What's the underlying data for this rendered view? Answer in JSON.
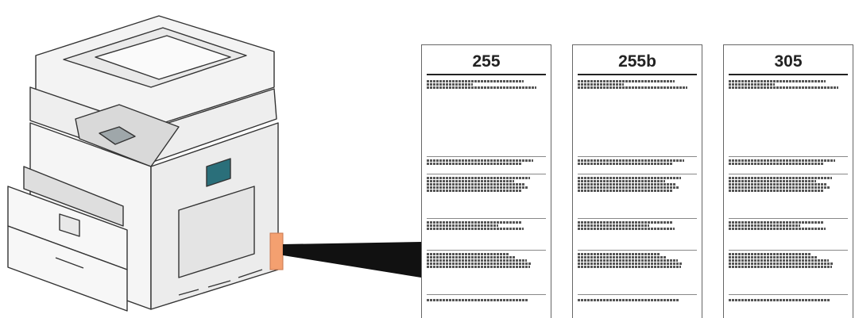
{
  "labels": [
    {
      "title": "255"
    },
    {
      "title": "255b"
    },
    {
      "title": "305"
    }
  ],
  "colors": {
    "machine_body": "#f0f0f0",
    "machine_outline": "#333333",
    "label_location_highlight": "#f4a070",
    "callout": "#111111",
    "display_accent": "#2a6f7a"
  },
  "icons": [
    "multifunction-printer",
    "label-location-marker",
    "callout-pointer"
  ]
}
